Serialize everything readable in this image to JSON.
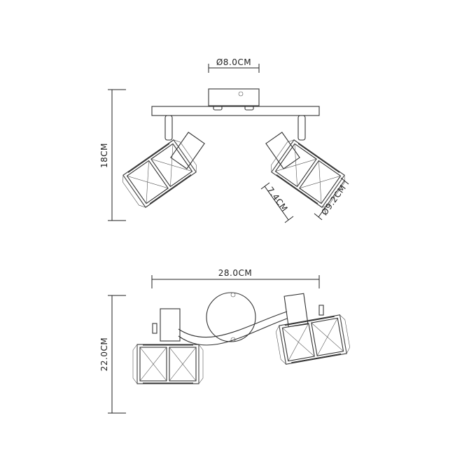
{
  "front_view": {
    "canopy_diameter": "Ø8.0CM",
    "height": "18CM",
    "shade_length": "7.4CM",
    "shade_diameter": "Ø9.2CM"
  },
  "top_view": {
    "width": "28.0CM",
    "depth": "22.0CM"
  }
}
